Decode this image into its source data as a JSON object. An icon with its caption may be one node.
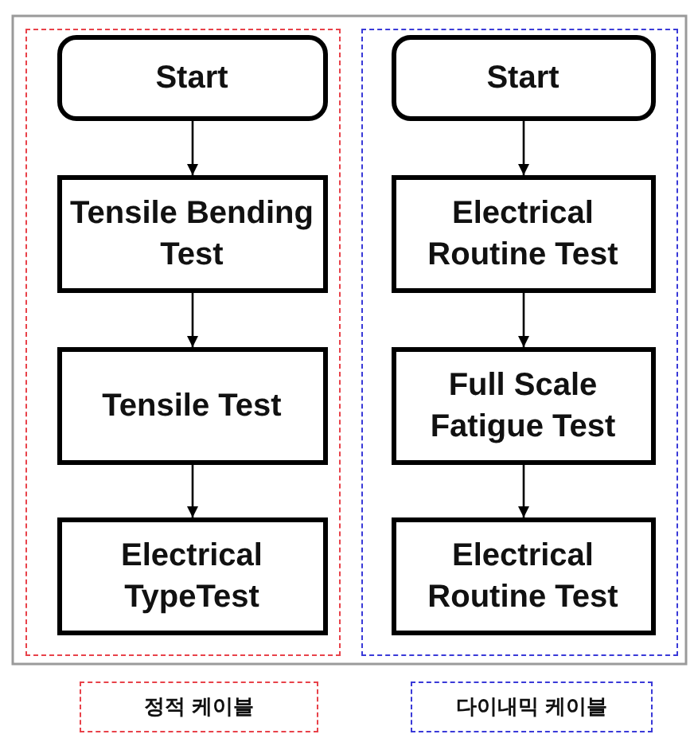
{
  "diagram": {
    "nodes": [
      {
        "text": [],
        "shape": "box"
      },
      {
        "text": [
          "Start"
        ],
        "in": 0
      },
      {
        "text": [
          "Tensile Bending Test"
        ],
        "in": 0
      },
      {
        "text": [
          "Tensile Test"
        ],
        "in": 0
      },
      {
        "text": [
          "Electrical TypeTest"
        ],
        "in": 0
      },
      {
        "text": [],
        "shape": "box"
      },
      {
        "text": [
          "Start"
        ],
        "in": 5
      },
      {
        "text": [
          "Electrical Routine Test"
        ],
        "in": 5
      },
      {
        "text": [
          "Full Scale Fatigue Test"
        ],
        "in": 5
      },
      {
        "text": [
          "Electrical Routine Test"
        ],
        "in": 5
      },
      {
        "text": [
          "정적 케이블"
        ]
      },
      {
        "text": [
          "다이내믹 케이블"
        ]
      }
    ],
    "edges": [
      {
        "from": 1,
        "to": 2,
        "arrow": "to"
      },
      {
        "from": 2,
        "to": 3,
        "arrow": "to"
      },
      {
        "from": 3,
        "to": 4,
        "arrow": "to"
      },
      {
        "from": 6,
        "to": 7,
        "arrow": "to"
      },
      {
        "from": 7,
        "to": 8,
        "arrow": "to"
      },
      {
        "from": 8,
        "to": 9,
        "arrow": "to"
      }
    ]
  }
}
